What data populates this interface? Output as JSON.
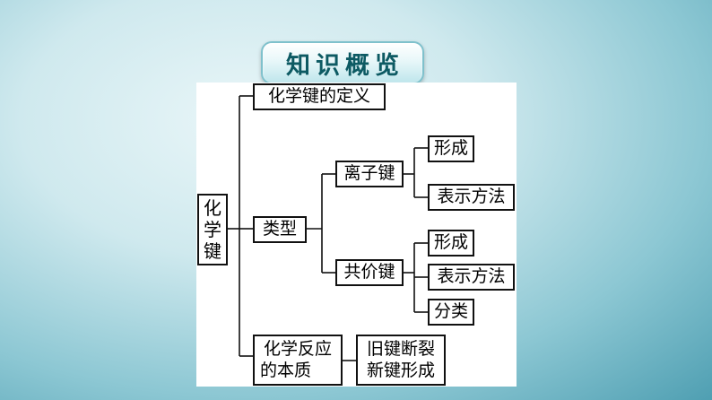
{
  "title": "知识概览",
  "diagram": {
    "root": "化学键",
    "definition": "化学键的定义",
    "types": "类型",
    "ionic_bond": "离子键",
    "ionic_formation": "形成",
    "ionic_representation": "表示方法",
    "covalent_bond": "共价键",
    "covalent_formation": "形成",
    "covalent_representation": "表示方法",
    "covalent_classification": "分类",
    "reaction_essence_line1": "化学反应",
    "reaction_essence_line2": "的本质",
    "essence_detail_line1": "旧键断裂",
    "essence_detail_line2": "新键形成"
  }
}
